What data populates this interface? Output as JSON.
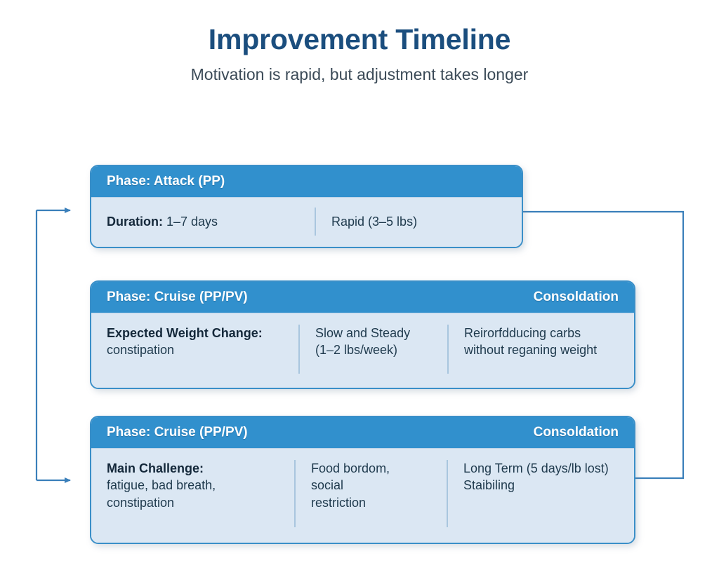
{
  "header": {
    "title": "Improvement Timeline",
    "subtitle": "Motivation is rapid, but adjustment takes longer"
  },
  "colors": {
    "title": "#1b4e7e",
    "subtitle": "#3b4a57",
    "header_band": "#3190cd",
    "card_body": "#dbe7f3",
    "card_border": "#3a8fc8",
    "divider": "#a9c6de",
    "connector": "#3a7fba",
    "text": "#1f3a4d"
  },
  "cards": [
    {
      "head_left": "Phase: Attack (PP)",
      "head_right": "",
      "cells": [
        {
          "label": "Duration:",
          "value": "1–7 days"
        },
        {
          "label": "",
          "value": "Rapid (3–5 lbs)"
        }
      ]
    },
    {
      "head_left": "Phase: Cruise (PP/PV)",
      "head_right": "Consoldation",
      "cells": [
        {
          "label": "Expected Weight Change:",
          "value": "constipation"
        },
        {
          "label": "",
          "value": "Slow and Steady\n(1–2 lbs/week)"
        },
        {
          "label": "",
          "value": "Reirorfdducing carbs\nwithout reganing weight"
        }
      ]
    },
    {
      "head_left": "Phase: Cruise (PP/PV)",
      "head_right": "Consoldation",
      "cells": [
        {
          "label": "Main Challenge:",
          "value": "fatigue, bad breath,\nconstipation"
        },
        {
          "label": "",
          "value": "Food bordom,\nsocial\nrestriction"
        },
        {
          "label": "",
          "value": "Long Term (5 days/lb lost)\nStaibiling"
        }
      ]
    }
  ],
  "connectors": {
    "left_arrow_top": "arrow-into-card-1",
    "left_arrow_bottom": "arrow-into-card-3",
    "right_line_top": "line-out-of-card-1",
    "right_line_bottom": "line-into-card-3"
  }
}
